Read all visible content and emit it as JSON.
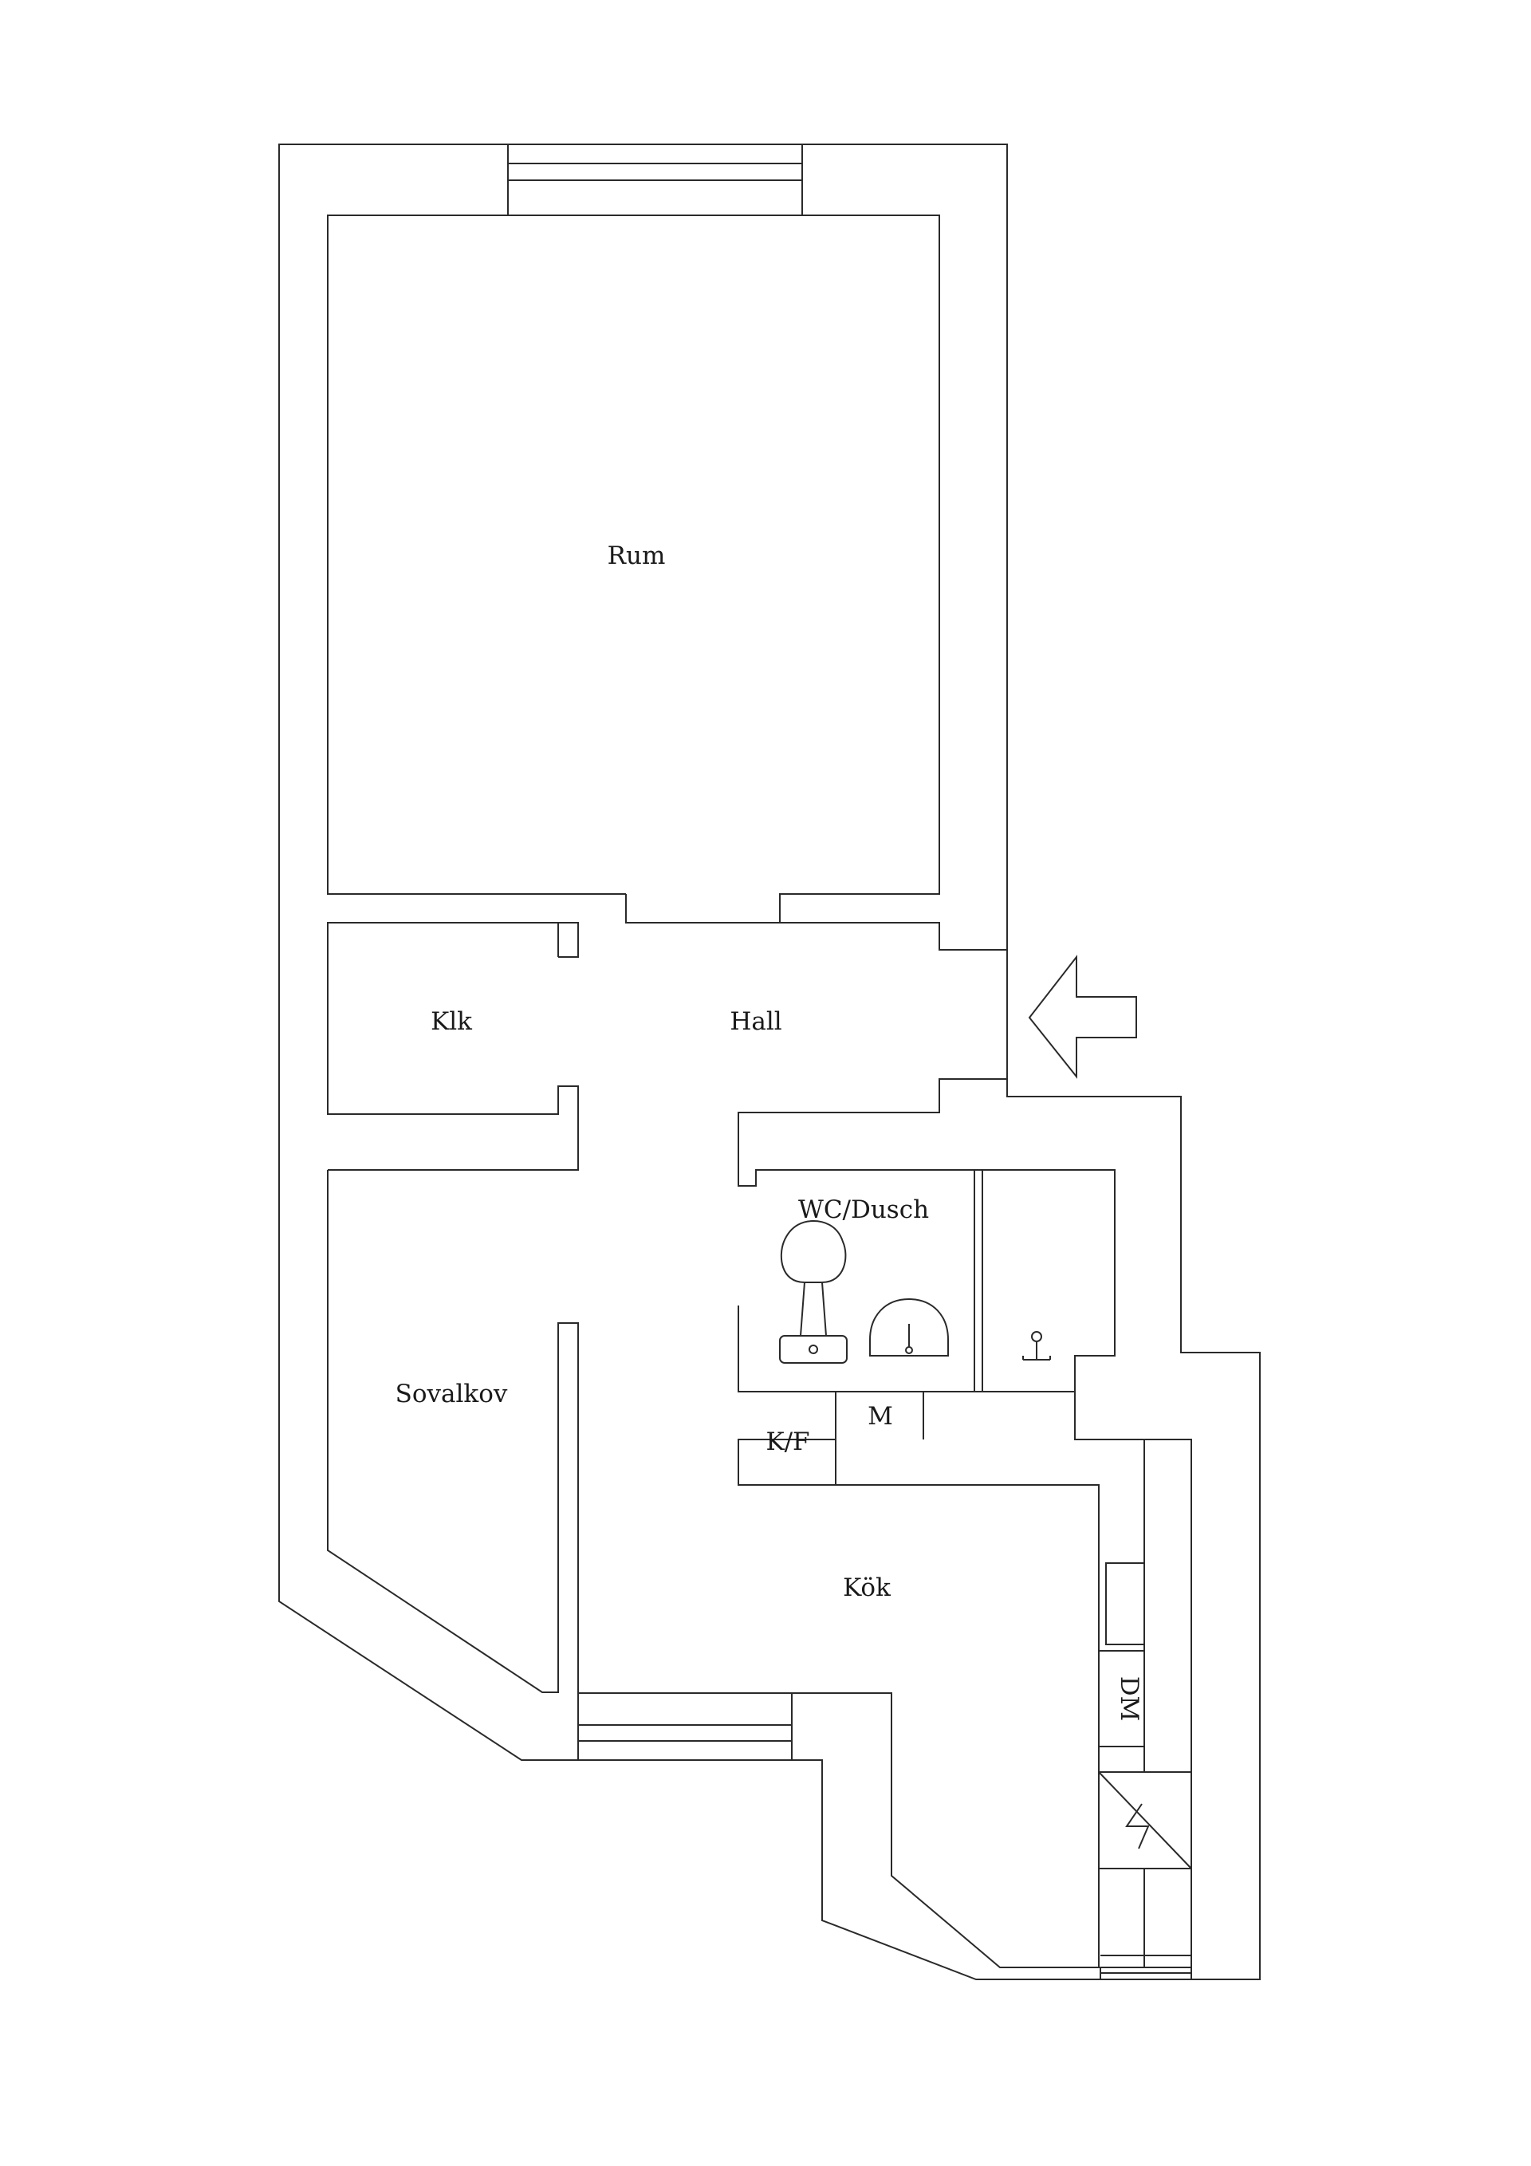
{
  "floor_plan": {
    "rooms": {
      "rum": "Rum",
      "klk": "Klk",
      "hall": "Hall",
      "wc_dusch": "WC/Dusch",
      "sovalkov": "Sovalkov",
      "kok": "Kök"
    },
    "fixtures": {
      "kf": "K/F",
      "m": "M",
      "dm": "DM"
    },
    "icons": [
      "entrance-arrow-icon",
      "toilet-icon",
      "sink-icon",
      "shower-tap-icon",
      "stove-icon",
      "chimney-icon"
    ]
  }
}
